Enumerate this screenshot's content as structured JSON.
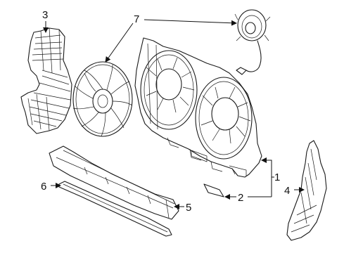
{
  "diagram": {
    "callouts": [
      {
        "id": "1",
        "part": "fan-shroud"
      },
      {
        "id": "2",
        "part": "shroud-pad"
      },
      {
        "id": "3",
        "part": "left-air-guide"
      },
      {
        "id": "4",
        "part": "right-air-guide"
      },
      {
        "id": "5",
        "part": "upper-seal-panel"
      },
      {
        "id": "6",
        "part": "lower-seal-strip"
      },
      {
        "id": "7",
        "part": "fan-blade-and-motor"
      }
    ]
  }
}
